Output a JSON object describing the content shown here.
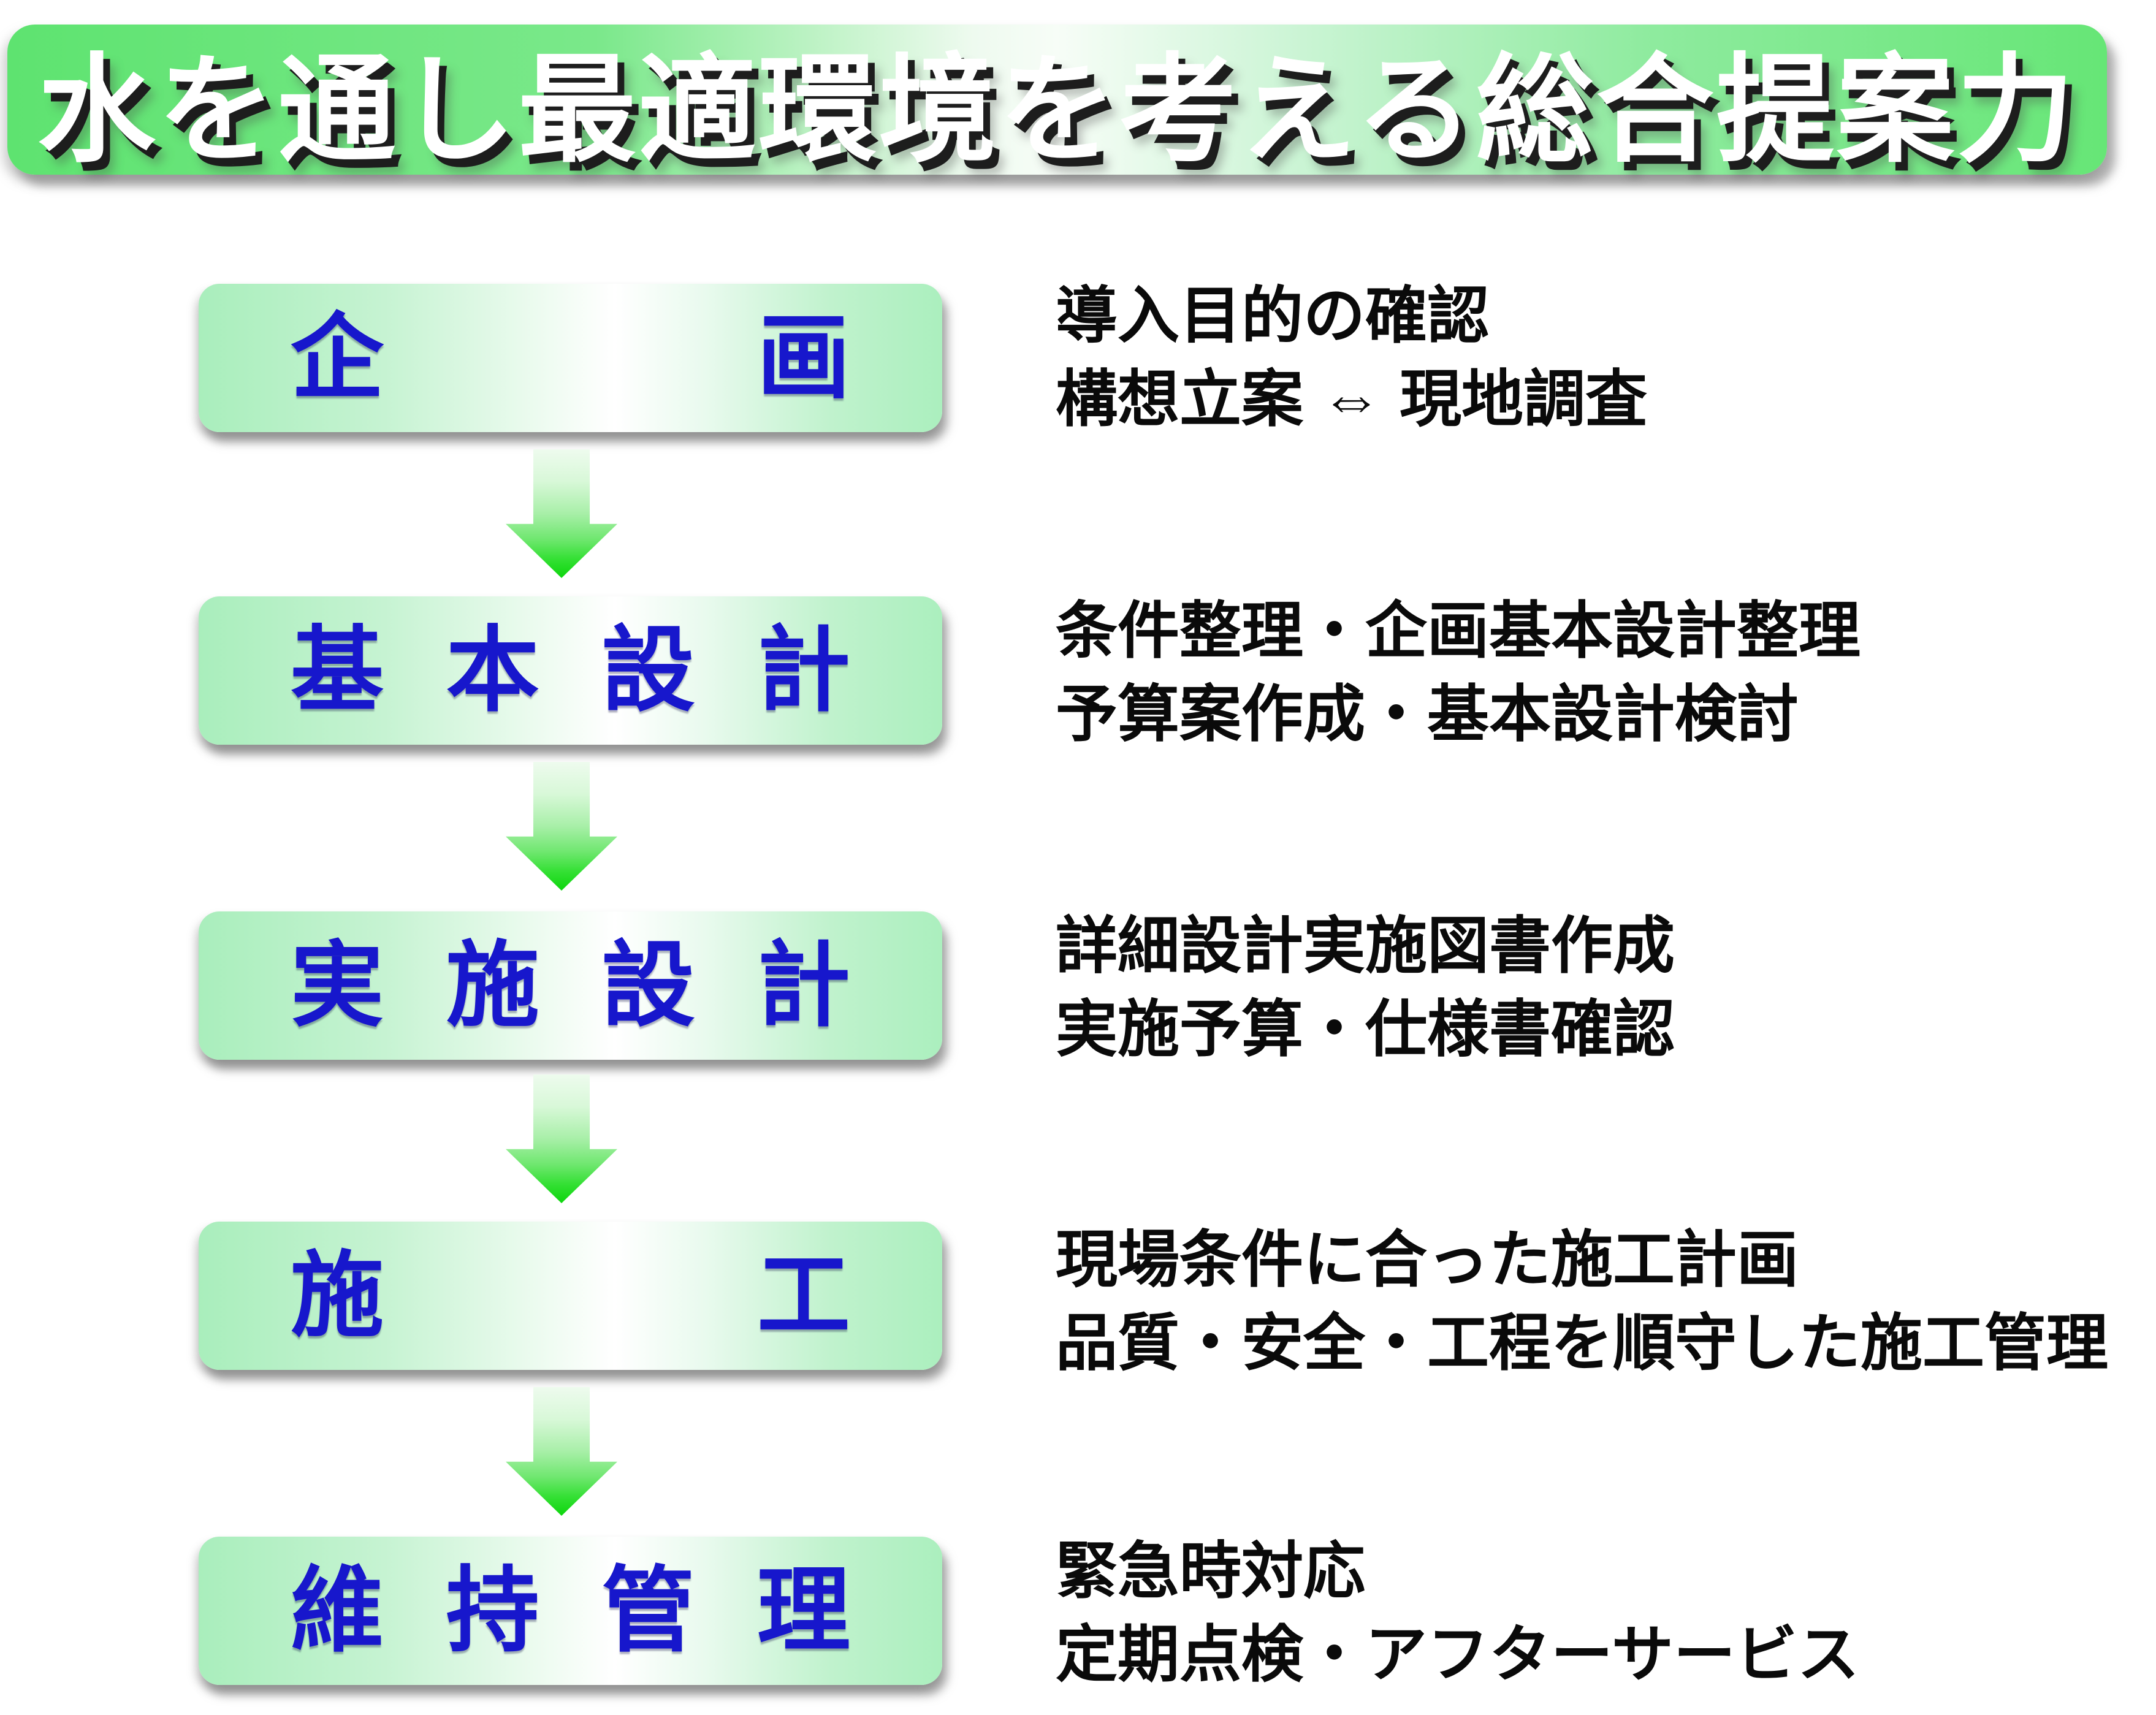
{
  "banner": {
    "title": "水を通し最適環境を考える総合提案力"
  },
  "flow": {
    "steps": [
      {
        "label": "企画",
        "descriptions": [
          "導入目的の確認",
          "構想立案 ⇔ 現地調査"
        ]
      },
      {
        "label": "基本設計",
        "descriptions": [
          "条件整理・企画基本設計整理",
          "予算案作成・基本設計検討"
        ]
      },
      {
        "label": "実施設計",
        "descriptions": [
          "詳細設計実施図書作成",
          "実施予算・仕様書確認"
        ]
      },
      {
        "label": "施工",
        "descriptions": [
          "現場条件に合った施工計画",
          "品質・安全・工程を順守した施工管理"
        ]
      },
      {
        "label": "維持管理",
        "descriptions": [
          "緊急時対応",
          "定期点検・アフターサービス"
        ]
      }
    ]
  },
  "icons": {
    "down_arrow": "down-arrow"
  },
  "colors": {
    "banner_green": "#66e676",
    "box_pale_green": "#abefbe",
    "box_text_blue": "#1717cc",
    "arrow_green": "#0cd60c",
    "description_text": "#0a0a0a",
    "banner_text": "#ffffff"
  }
}
